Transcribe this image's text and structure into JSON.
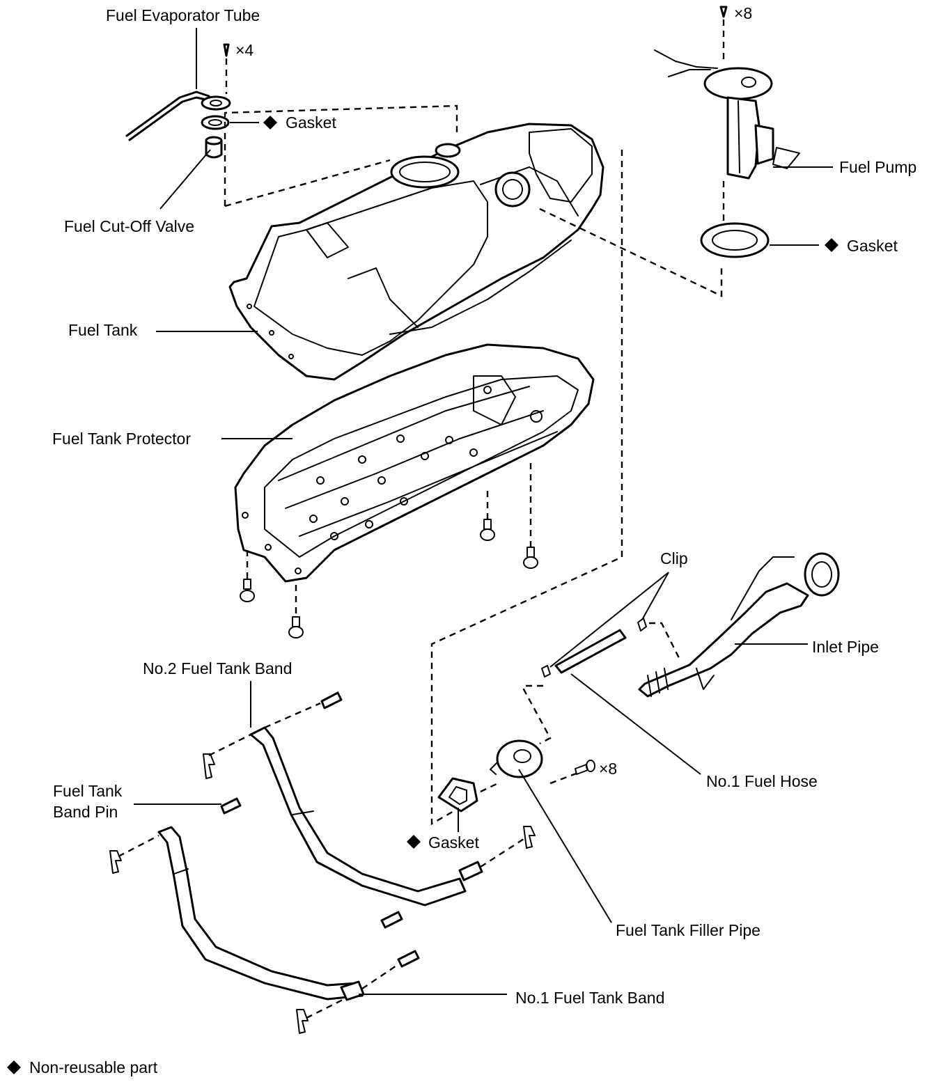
{
  "labels": {
    "fuel_evaporator_tube": "Fuel Evaporator Tube",
    "screw_x4": "×4",
    "gasket_top": "Gasket",
    "fuel_cut_off_valve": "Fuel Cut-Off Valve",
    "screw_x8_top": "×8",
    "fuel_pump": "Fuel Pump",
    "gasket_pump": "Gasket",
    "fuel_tank": "Fuel Tank",
    "fuel_tank_protector": "Fuel Tank Protector",
    "clip": "Clip",
    "inlet_pipe": "Inlet Pipe",
    "no2_fuel_tank_band": "No.2 Fuel Tank Band",
    "no1_fuel_hose": "No.1 Fuel Hose",
    "screw_x8_filler": "×8",
    "fuel_tank_band_pin_line1": "Fuel Tank",
    "fuel_tank_band_pin_line2": "Band Pin",
    "gasket_filler": "Gasket",
    "fuel_tank_filler_pipe": "Fuel Tank Filler Pipe",
    "no1_fuel_tank_band": "No.1 Fuel Tank Band"
  },
  "legend": {
    "non_reusable": "Non-reusable part"
  }
}
